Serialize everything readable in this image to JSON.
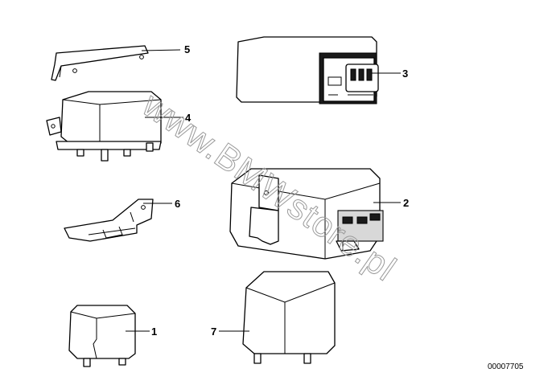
{
  "diagram": {
    "watermark": "www.BMWstore.pl",
    "drawing_number": "00007705",
    "callouts": [
      "5",
      "3",
      "4",
      "2",
      "6",
      "1",
      "7"
    ]
  }
}
